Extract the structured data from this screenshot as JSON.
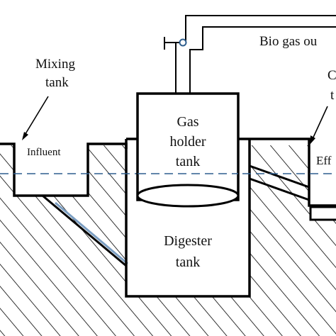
{
  "labels": {
    "biogas_outlet": "Bio gas ou",
    "mixing_tank": [
      "Mixing",
      "tank"
    ],
    "influent": "Influent",
    "gas_holder": [
      "Gas",
      "holder",
      "tank"
    ],
    "digester": [
      "Digester",
      "tank"
    ],
    "right_callout": [
      "C",
      "t"
    ],
    "effluent": "Eff"
  },
  "colors": {
    "stroke": "#000000",
    "water_level": "#2f5f8f",
    "inlet_pipe": "#7b9ec2",
    "background": "#ffffff"
  }
}
